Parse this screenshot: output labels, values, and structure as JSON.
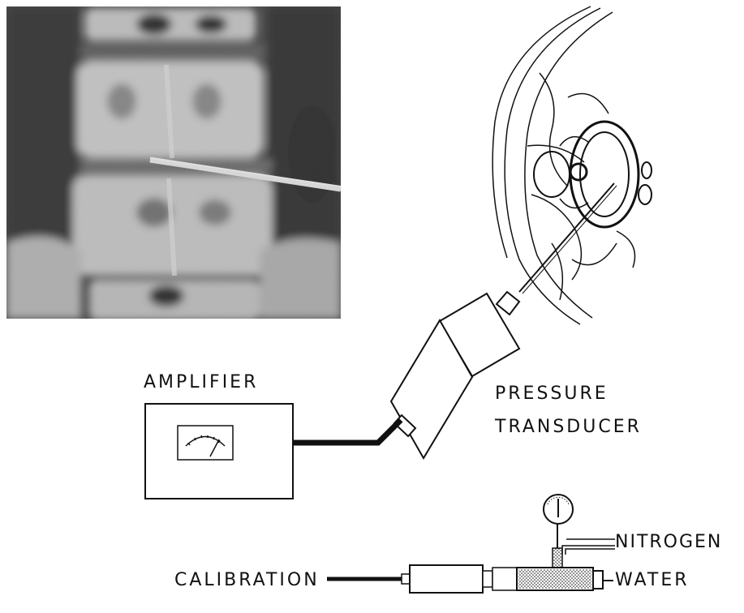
{
  "labels": {
    "amplifier": "AMPLIFIER",
    "pressure": "PRESSURE",
    "transducer": "TRANSDUCER",
    "nitrogen": "NITROGEN",
    "calibration": "CALIBRATION",
    "water": "WATER"
  },
  "colors": {
    "ink": "#111111",
    "xray_dark": "#2a2a2a",
    "xray_light": "#d8d8d8",
    "paper": "#ffffff"
  },
  "icons": {
    "xray": "lumbar-spine-xray",
    "cross_section": "body-cross-section",
    "meter": "analog-meter-icon",
    "gauge": "pressure-gauge-icon"
  }
}
